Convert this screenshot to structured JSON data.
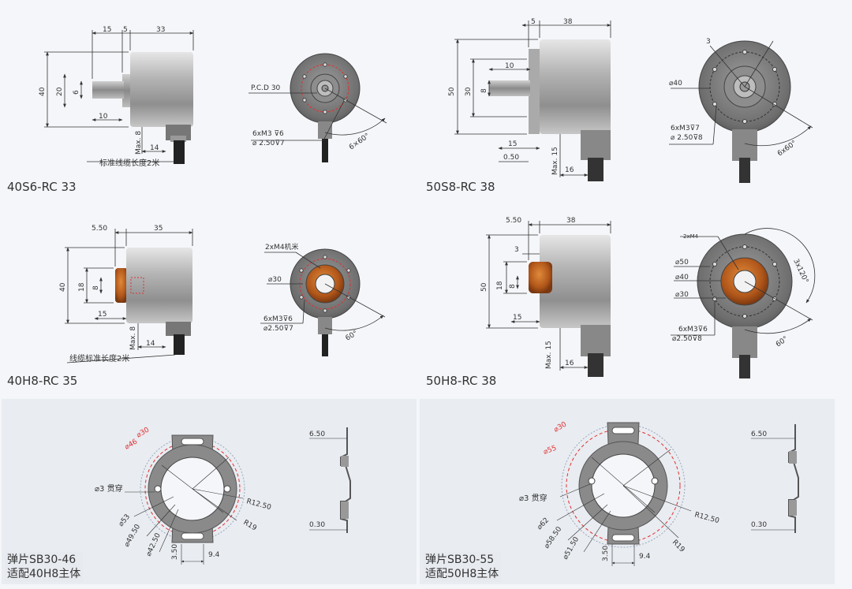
{
  "models": [
    {
      "label": "40S6-RC  33",
      "side": {
        "dims_top": [
          "15",
          "5",
          "33"
        ],
        "dims_left": [
          "40",
          "20",
          "6"
        ],
        "shaft_len": "10",
        "max": "Max. 8",
        "cable": "14",
        "note": "标准线缆长度2米"
      },
      "front": {
        "pcd": "P.C.D 30",
        "holes1": "6xM3",
        "holes1b": "6",
        "holes2": "2.50",
        "holes2b": "7",
        "angle": "6×60°"
      }
    },
    {
      "label": "50S8-RC  38",
      "side": {
        "dims_top": [
          "5",
          "38"
        ],
        "dims_left": [
          "50",
          "30",
          "8"
        ],
        "shaft_len": "10",
        "d15": "15",
        "d050": "0.50",
        "max": "Max. 15",
        "cable": "16"
      },
      "front": {
        "top": "3",
        "dia": "40",
        "holes1": "6xM3",
        "holes1b": "7",
        "holes2": "2.50",
        "holes2b": "8",
        "angle": "6x60°"
      }
    },
    {
      "label": "40H8-RC  35",
      "side": {
        "dims_top": [
          "5.50",
          "35"
        ],
        "dims_left": [
          "40",
          "18",
          "8"
        ],
        "d15": "15",
        "max": "Max. 8",
        "cable": "14",
        "note": "线缆标准长度2米"
      },
      "front": {
        "m4": "2xM4机米",
        "dia": "30",
        "holes1": "6xM3",
        "holes1b": "6",
        "holes2": "2.50",
        "holes2b": "7",
        "angle": "60°"
      }
    },
    {
      "label": "50H8-RC  38",
      "side": {
        "dims_top": [
          "5.50",
          "38"
        ],
        "dims_left": [
          "50",
          "18",
          "8"
        ],
        "d3": "3",
        "d15": "15",
        "max": "Max. 15",
        "cable": "16"
      },
      "front": {
        "m4": "2xM4",
        "dia50": "50",
        "dia40": "40",
        "dia30": "30",
        "holes1": "6xM3",
        "holes1b": "6",
        "holes2": "2.50",
        "holes2b": "8",
        "angle": "60°",
        "angle3": "3x120°"
      }
    }
  ],
  "springs": [
    {
      "label1": "弹片SB30-46",
      "label2": "适配40H8主体",
      "d30": "30",
      "d46": "46",
      "hole": "3  贯穿",
      "d53": "53",
      "d4950": "49.50",
      "d4250": "42.50",
      "r1250": "R12.50",
      "r19": "R19",
      "h350": "3.50",
      "w94": "9.4",
      "t650": "6.50",
      "t030": "0.30"
    },
    {
      "label1": "弹片SB30-55",
      "label2": "适配50H8主体",
      "d30": "30",
      "d55": "55",
      "hole": "3  贯穿",
      "d62": "62",
      "d5850": "58.50",
      "d5150": "51.50",
      "r1250": "R12.50",
      "r19": "R19",
      "h350": "3.50",
      "w94": "9.4",
      "t650": "6.50",
      "t030": "0.30"
    }
  ],
  "colors": {
    "dim": "#333333",
    "red": "#e03030",
    "metal": "#9a9a9a",
    "bronze": "#b8621e",
    "panel": "#e9ecf1"
  }
}
